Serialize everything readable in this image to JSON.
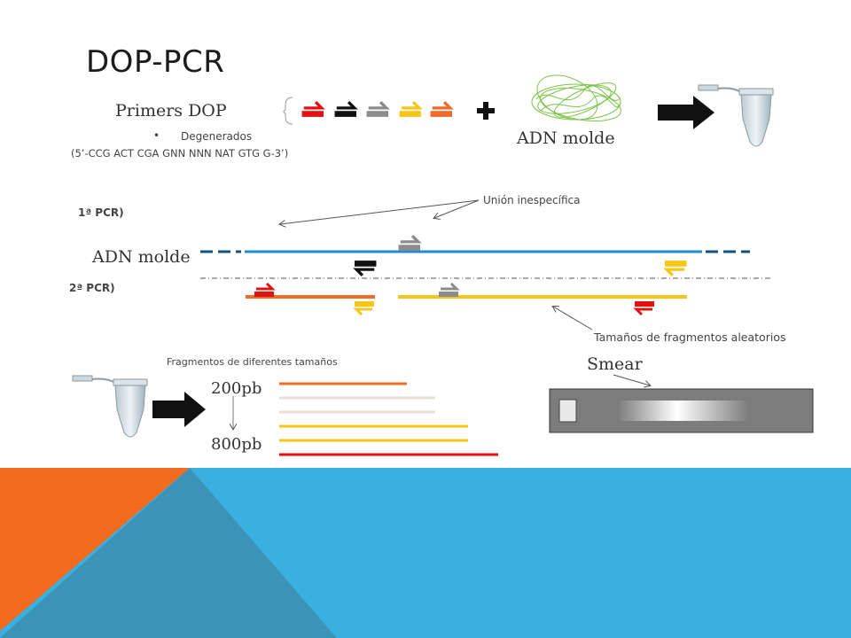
{
  "slide": {
    "title": "DOP-PCR",
    "primers_label": "Primers DOP",
    "bullet": "Degenerados",
    "sequence": "(5’-CCG ACT CGA GNN NNN NAT GTG G-3’)",
    "adn_molde_top": "ADN molde",
    "union_inespecifica": "Unión inespecífica",
    "pcr1": "1ª PCR)",
    "pcr2": "2ª PCR)",
    "adn_molde_left": "ADN molde",
    "tamanos_aleatorios": "Tamaños de fragmentos aleatorios",
    "fragmentos_label": "Fragmentos de  diferentes tamaños",
    "smear": "Smear",
    "size_200": "200pb",
    "size_800": "800pb"
  },
  "colors": {
    "red": "#e31212",
    "black": "#111111",
    "gray": "#8c8c8c",
    "yellow": "#f5c518",
    "orange": "#f06a2a",
    "blue": "#1f8bd0",
    "dark_blue": "#15507a",
    "green": "#7cc44a",
    "bg_orange": "#f36c1e",
    "bg_blue": "#3ab0e0",
    "bg_teal": "#3b94b8",
    "beige": "#e8e0d6"
  },
  "icons": [
    "right-arrow-icon",
    "left-arrow-icon",
    "plus-icon",
    "tube-icon",
    "big-arrow-icon",
    "dna-coil-icon"
  ]
}
